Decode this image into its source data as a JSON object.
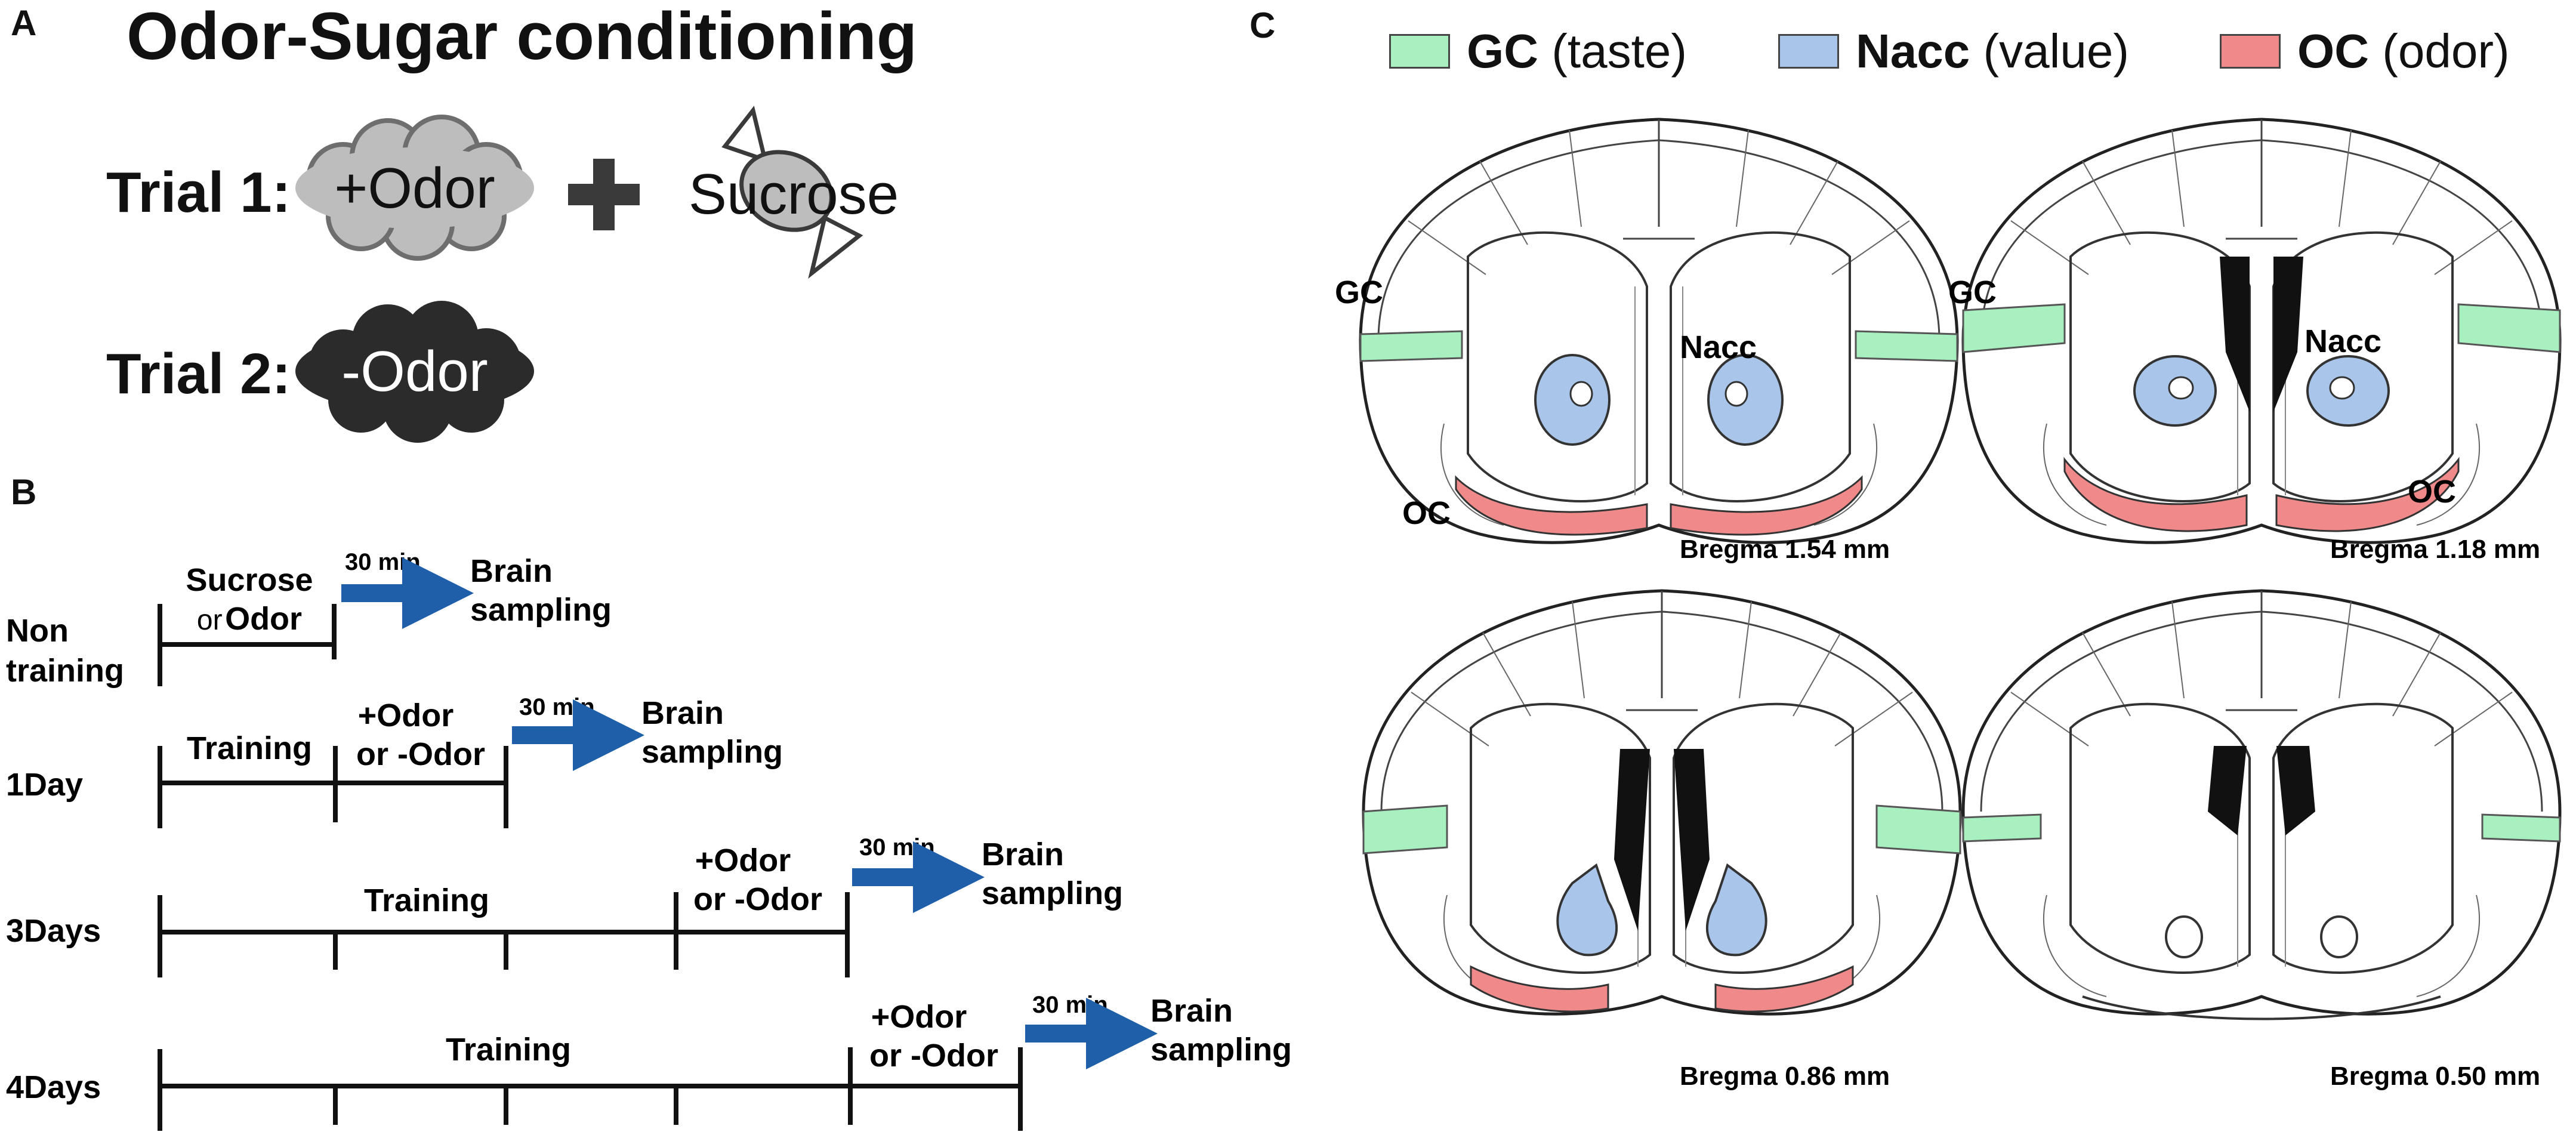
{
  "panel_a": {
    "letter": "A",
    "title": "Odor-Sugar conditioning",
    "trial1_label": "Trial 1:",
    "trial1_odor": "+Odor",
    "trial1_reward": "Sucrose",
    "trial2_label": "Trial 2:",
    "trial2_odor": "-Odor",
    "colors": {
      "plus_odor_cloud": "#bdbdbd",
      "minus_odor_cloud": "#2b2b2b",
      "candy": "#bdbdbd"
    }
  },
  "panel_b": {
    "letter": "B",
    "interval": "30 min",
    "outcome_line1": "Brain",
    "outcome_line2": "sampling",
    "arrow_color": "#1f5faa",
    "rows": [
      {
        "label_line1": "Non",
        "label_line2": "training",
        "stim_line1": "Sucrose",
        "stim_or": "or",
        "stim_word": "Odor"
      },
      {
        "label": "1Day",
        "training": "Training",
        "test_line1": "+Odor",
        "test_line2": "or -Odor"
      },
      {
        "label": "3Days",
        "training": "Training",
        "test_line1": "+Odor",
        "test_line2": "or -Odor"
      },
      {
        "label": "4Days",
        "training": "Training",
        "test_line1": "+Odor",
        "test_line2": "or -Odor"
      }
    ]
  },
  "panel_c": {
    "letter": "C",
    "legend": [
      {
        "abbr": "GC",
        "desc": "(taste)",
        "color": "#a8f0c0"
      },
      {
        "abbr": "Nacc",
        "desc": "(value)",
        "color": "#a9c6ea"
      },
      {
        "abbr": "OC",
        "desc": "(odor)",
        "color": "#f08a8a"
      }
    ],
    "sections": [
      {
        "bregma": "Bregma 1.54 mm",
        "labels": {
          "gc": "GC",
          "nacc": "Nacc",
          "oc": "OC"
        }
      },
      {
        "bregma": "Bregma 1.18 mm",
        "labels": {
          "gc": "GC",
          "nacc": "Nacc",
          "oc": "OC"
        }
      },
      {
        "bregma": "Bregma 0.86 mm"
      },
      {
        "bregma": "Bregma 0.50 mm"
      }
    ]
  }
}
